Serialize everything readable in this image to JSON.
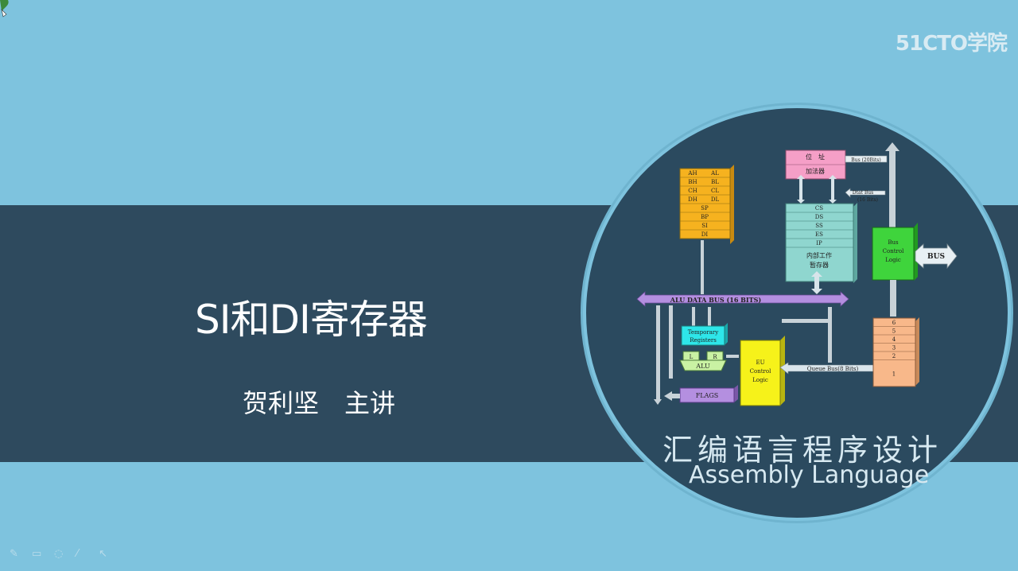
{
  "slide": {
    "title": "SI和DI寄存器",
    "presenter": "贺利坚　主讲",
    "watermark": "51CTO学院",
    "course_cn": "汇编语言程序设计",
    "course_en": "Assembly Language"
  },
  "diagram": {
    "general_regs": [
      "AH",
      "AL",
      "BH",
      "BL",
      "CH",
      "CL",
      "DH",
      "DL"
    ],
    "pointer_regs": [
      "SP",
      "BP",
      "SI",
      "DI"
    ],
    "address_adder": [
      "位　址",
      "加法器"
    ],
    "bus_20": "Bus (20Bits)",
    "data_bus_16": [
      "Dtat Bus",
      "(16 Bits)"
    ],
    "segment_regs": [
      "CS",
      "DS",
      "SS",
      "ES",
      "IP"
    ],
    "internal_regs": [
      "内部工作",
      "暂存器"
    ],
    "bus_control": [
      "Bus",
      "Control",
      "Logic"
    ],
    "bus": "BUS",
    "alu_data_bus": "ALU DATA BUS (16 BITS)",
    "temporary_registers": [
      "Temporary",
      "Registers"
    ],
    "alu_l": "L",
    "alu_r": "R",
    "alu": "ALU",
    "flags": "FLAGS",
    "eu_control": [
      "EU",
      "Control",
      "Logic"
    ],
    "queue_bus": "Queue  Bus(8 Bits)",
    "queue": [
      "6",
      "5",
      "4",
      "3",
      "2",
      "1"
    ]
  },
  "toolbar": {
    "icons": [
      "pen-icon",
      "eraser-icon",
      "lasso-icon",
      "highlighter-icon",
      "pointer-icon"
    ]
  },
  "colors": {
    "background": "#7ec3de",
    "band": "#2e4a5e",
    "circle": "#2b4a5f",
    "general_regs": "#f6b21f",
    "address_adder": "#f59fc7",
    "segment_regs": "#8fd6cf",
    "bus_control": "#3fd43c",
    "alu_bus": "#b48fe0",
    "temporary": "#2ee6e9",
    "alu": "#c9f2a3",
    "flags": "#b48fe0",
    "eu_control": "#f6f21a",
    "queue": "#f8b88a"
  }
}
